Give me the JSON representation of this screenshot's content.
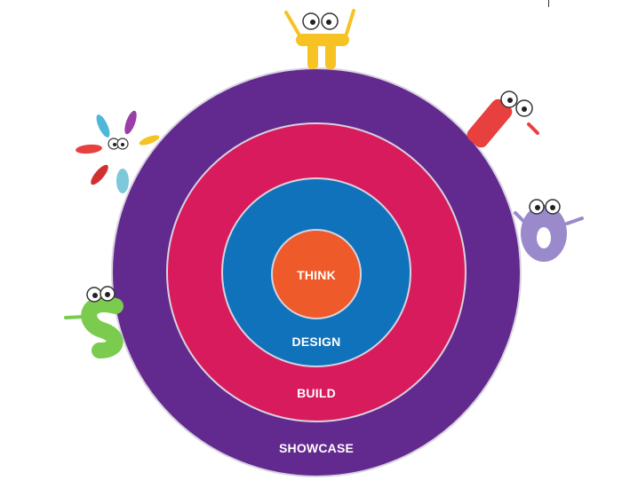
{
  "diagram": {
    "rings": [
      {
        "id": "showcase",
        "label": "SHOWCASE",
        "color": "#622A8E"
      },
      {
        "id": "build",
        "label": "BUILD",
        "color": "#D81B5C"
      },
      {
        "id": "design",
        "label": "DESIGN",
        "color": "#0F72BA"
      },
      {
        "id": "think",
        "label": "THINK",
        "color": "#EE5A2A"
      }
    ],
    "ring_stroke_color": "#D8D2E0"
  },
  "mascots": [
    {
      "name": "letter-t-mascot",
      "color": "#F7C324"
    },
    {
      "name": "letter-i-mascot",
      "color": "#E8403F"
    },
    {
      "name": "letter-o-mascot",
      "color": "#9B8ACB"
    },
    {
      "name": "letter-s-mascot",
      "color": "#7ACB4E"
    },
    {
      "name": "letter-k-mascot",
      "color": "#4FB8D8"
    }
  ]
}
